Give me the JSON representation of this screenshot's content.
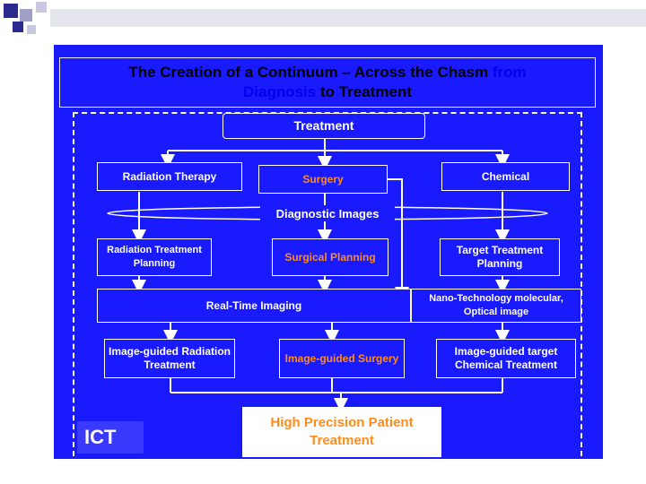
{
  "title": {
    "line1_black": "The Creation of a Continuum – Across the Chasm",
    "line1_blue": "from",
    "line2_blue": "Diagnosis",
    "line2_black": "to Treatment"
  },
  "nodes": {
    "treatment": "Treatment",
    "radiation_therapy": "Radiation Therapy",
    "surgery": "Surgery",
    "chemical": "Chemical",
    "diagnostic_images": "Diagnostic Images",
    "radiation_planning": "Radiation Treatment Planning",
    "surgical_planning": "Surgical Planning",
    "target_planning": "Target Treatment Planning",
    "realtime_imaging": "Real-Time Imaging",
    "nano_tech": "Nano-Technology molecular, Optical image",
    "ig_radiation": "Image-guided Radiation Treatment",
    "ig_surgery": "Image-guided Surgery",
    "ig_chemical": "Image-guided target Chemical Treatment",
    "high_precision": "High Precision Patient Treatment"
  },
  "logo": "ICT",
  "colors": {
    "slide_bg": "#1a1aff",
    "highlight": "#ff8c1a",
    "title_accent": "#0000ee",
    "squares": [
      "#2b2b8f",
      "#a0a0c8"
    ]
  }
}
